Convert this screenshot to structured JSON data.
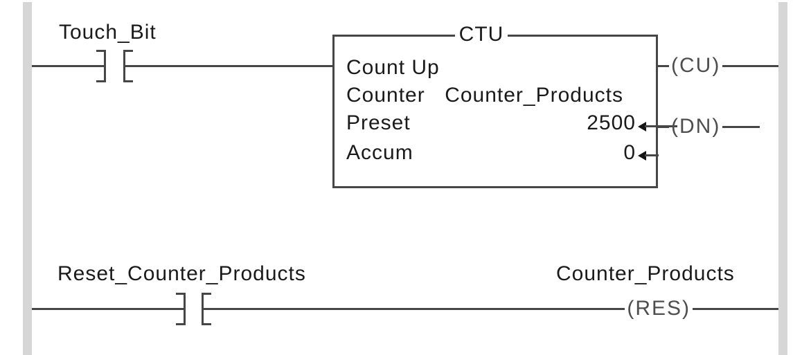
{
  "palette": {
    "background": "#ffffff",
    "rail": "#d6d6d6",
    "wire": "#464646",
    "text": "#1a1a1a",
    "coil_text": "#4e4e4e",
    "arrow": "#141414"
  },
  "rung1": {
    "contact": {
      "tag": "Touch_Bit",
      "type": "normally-open-contact"
    },
    "ctu": {
      "mnemonic": "CTU",
      "name": "Count Up",
      "rows": [
        {
          "label": "Counter",
          "value": "Counter_Products"
        },
        {
          "label": "Preset",
          "value": "2500"
        },
        {
          "label": "Accum",
          "value": "0"
        }
      ],
      "output_cu": "(CU)",
      "output_dn": "(DN)"
    }
  },
  "rung2": {
    "contact": {
      "tag": "Reset_Counter_Products",
      "type": "normally-open-contact"
    },
    "coil": {
      "tag": "Counter_Products",
      "label": "(RES)"
    }
  }
}
